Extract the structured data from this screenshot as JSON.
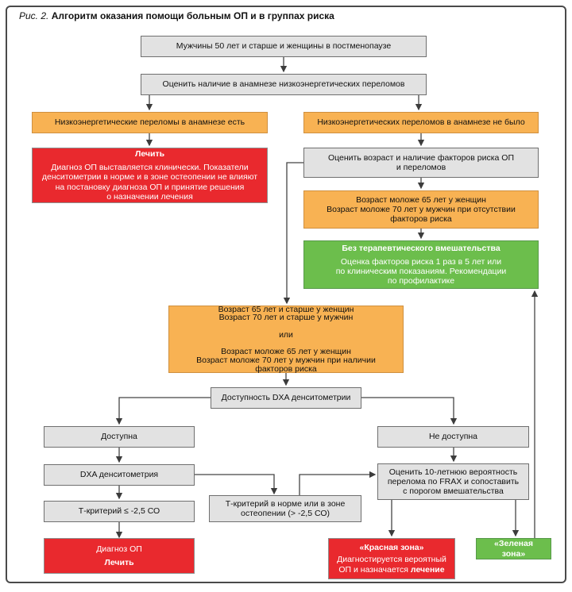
{
  "figure": {
    "caption_label": "Рис. 2.",
    "caption_title": "Алгоритм оказания помощи больным ОП и в группах риска"
  },
  "colors": {
    "box_gray": "#e2e2e2",
    "box_orange": "#f8b253",
    "box_red": "#e9292e",
    "box_green": "#6cbe4c",
    "line": "#444444",
    "frame": "#4a4a4a"
  },
  "nodes": {
    "start": {
      "text": "Мужчины 50 лет и старше и женщины в постменопаузе"
    },
    "assess_history": {
      "text": "Оценить наличие в анамнезе низкоэнергетических переломов"
    },
    "fractures_yes": {
      "text": "Низкоэнергетические переломы в анамнезе есть"
    },
    "fractures_no": {
      "text": "Низкоэнергетических переломов в анамнезе не было"
    },
    "treat_clinical": {
      "title": "Лечить",
      "body": "Диагноз ОП выставляется клинически. Показатели\nденситометрии в норме и в зоне остеопении не влияют\nна постановку диагноза ОП и принятие решения\nо назначении лечения"
    },
    "assess_age": {
      "text": "Оценить возраст и наличие факторов риска ОП\nи переломов"
    },
    "young_no_risk": {
      "text": "Возраст моложе 65 лет у женщин\nВозраст моложе 70 лет у мужчин при отсутствии\nфакторов риска"
    },
    "no_intervention": {
      "title": "Без терапевтического вмешательства",
      "body": "Оценка факторов риска 1 раз в 5 лет или\nпо клиническим показаниям. Рекомендации\nпо профилактике"
    },
    "age_criteria": {
      "text": "Возраст 65 лет и старше у женщин\nВозраст 70 лет и старше у мужчин\n\nили\n\nВозраст моложе 65 лет у женщин\nВозраст моложе 70 лет у мужчин при наличии\nфакторов риска"
    },
    "dxa_availability": {
      "text": "Доступность DXA денситометрии"
    },
    "available": {
      "text": "Доступна"
    },
    "dxa": {
      "text": "DXA денситометрия"
    },
    "t_low": {
      "text": "Т-критерий ≤ -2,5 СО"
    },
    "t_normal": {
      "text": "Т-критерий в норме или в зоне\nостеопении (> -2,5 СО)"
    },
    "diagnosis_op": {
      "line1": "Диагноз ОП",
      "line2": "Лечить"
    },
    "not_available": {
      "text": "Не доступна"
    },
    "frax": {
      "text": "Оценить 10-летнюю вероятность\nперелома по FRAX и сопоставить\nс порогом вмешательства"
    },
    "red_zone": {
      "title": "«Красная зона»",
      "body_prefix": "Диагностируется вероятный\nОП и назначается ",
      "body_bold": "лечение"
    },
    "green_zone": {
      "text": "«Зеленая зона»"
    }
  }
}
